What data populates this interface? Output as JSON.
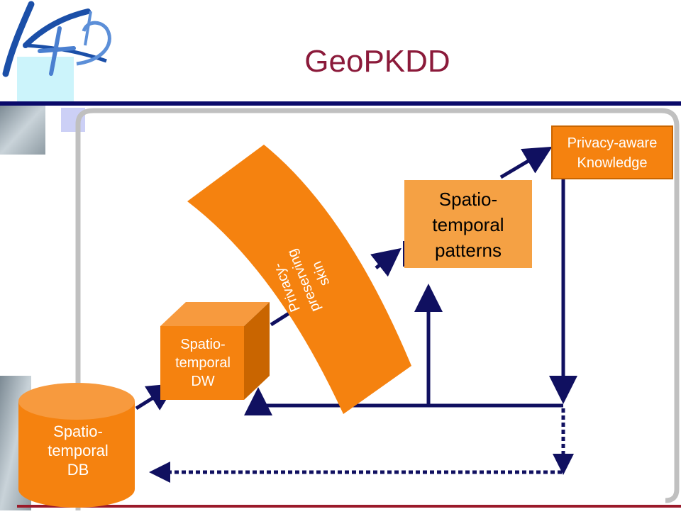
{
  "slide": {
    "title": "GeoPKDD"
  },
  "logo": {
    "text": "K+D"
  },
  "nodes": {
    "db": {
      "lines": [
        "Spatio-",
        "temporal",
        "DB"
      ]
    },
    "dw": {
      "lines": [
        "Spatio-",
        "temporal",
        "DW"
      ]
    },
    "skin": {
      "lines": [
        "Privacy-",
        "preserving",
        "skin"
      ]
    },
    "patterns": {
      "lines": [
        "Spatio-",
        "temporal",
        "patterns"
      ]
    },
    "knowledge": {
      "lines": [
        "Privacy-aware",
        "Knowledge"
      ]
    }
  },
  "colors": {
    "orange": "#f5820f",
    "orange_dark": "#c96500",
    "pattern_box": "#f5a144",
    "arrow": "#101060",
    "title": "#8b1a3a",
    "rule": "#0a0a6a"
  }
}
